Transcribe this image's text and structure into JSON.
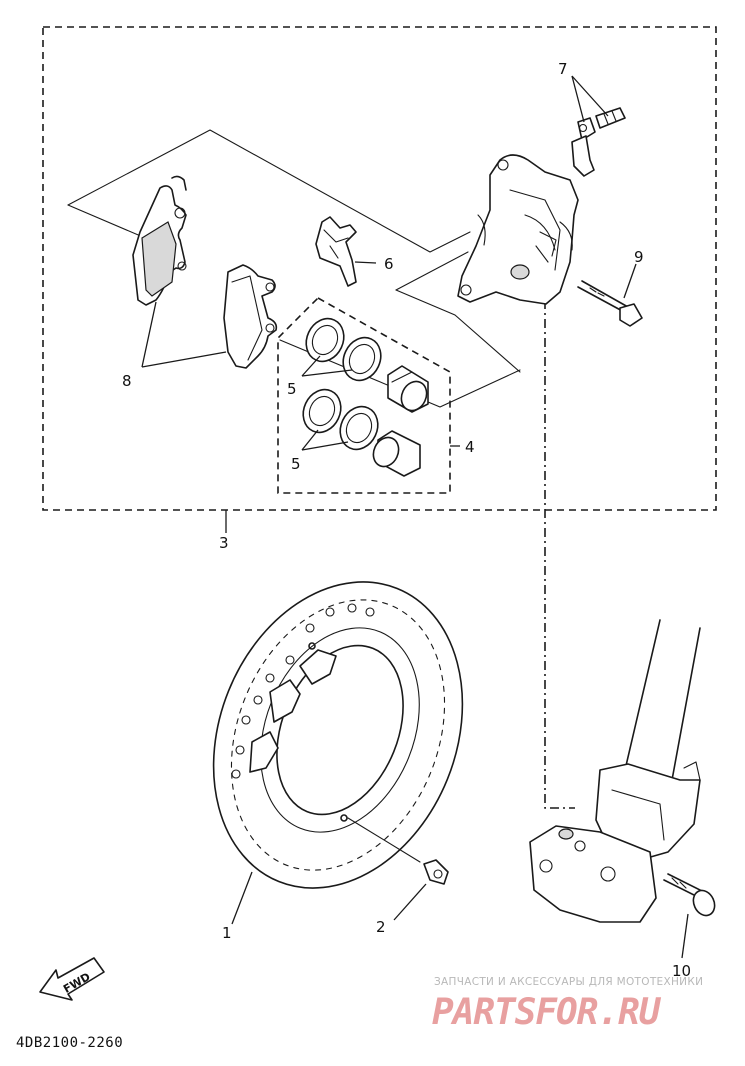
{
  "diagram": {
    "callouts": {
      "c1": "1",
      "c2": "2",
      "c3": "3",
      "c4": "4",
      "c5a": "5",
      "c5b": "5",
      "c6": "6",
      "c7": "7",
      "c8": "8",
      "c9": "9",
      "c10": "10"
    },
    "direction_label": "FWD",
    "drawing_code": "4DB2100-2260"
  },
  "watermark": {
    "caption": "ЗАПЧАСТИ И АКСЕССУАРЫ ДЛЯ МОТОТЕХНИКИ",
    "logo_text": "PARTSFOR.RU",
    "color": "#e8a0a0"
  }
}
